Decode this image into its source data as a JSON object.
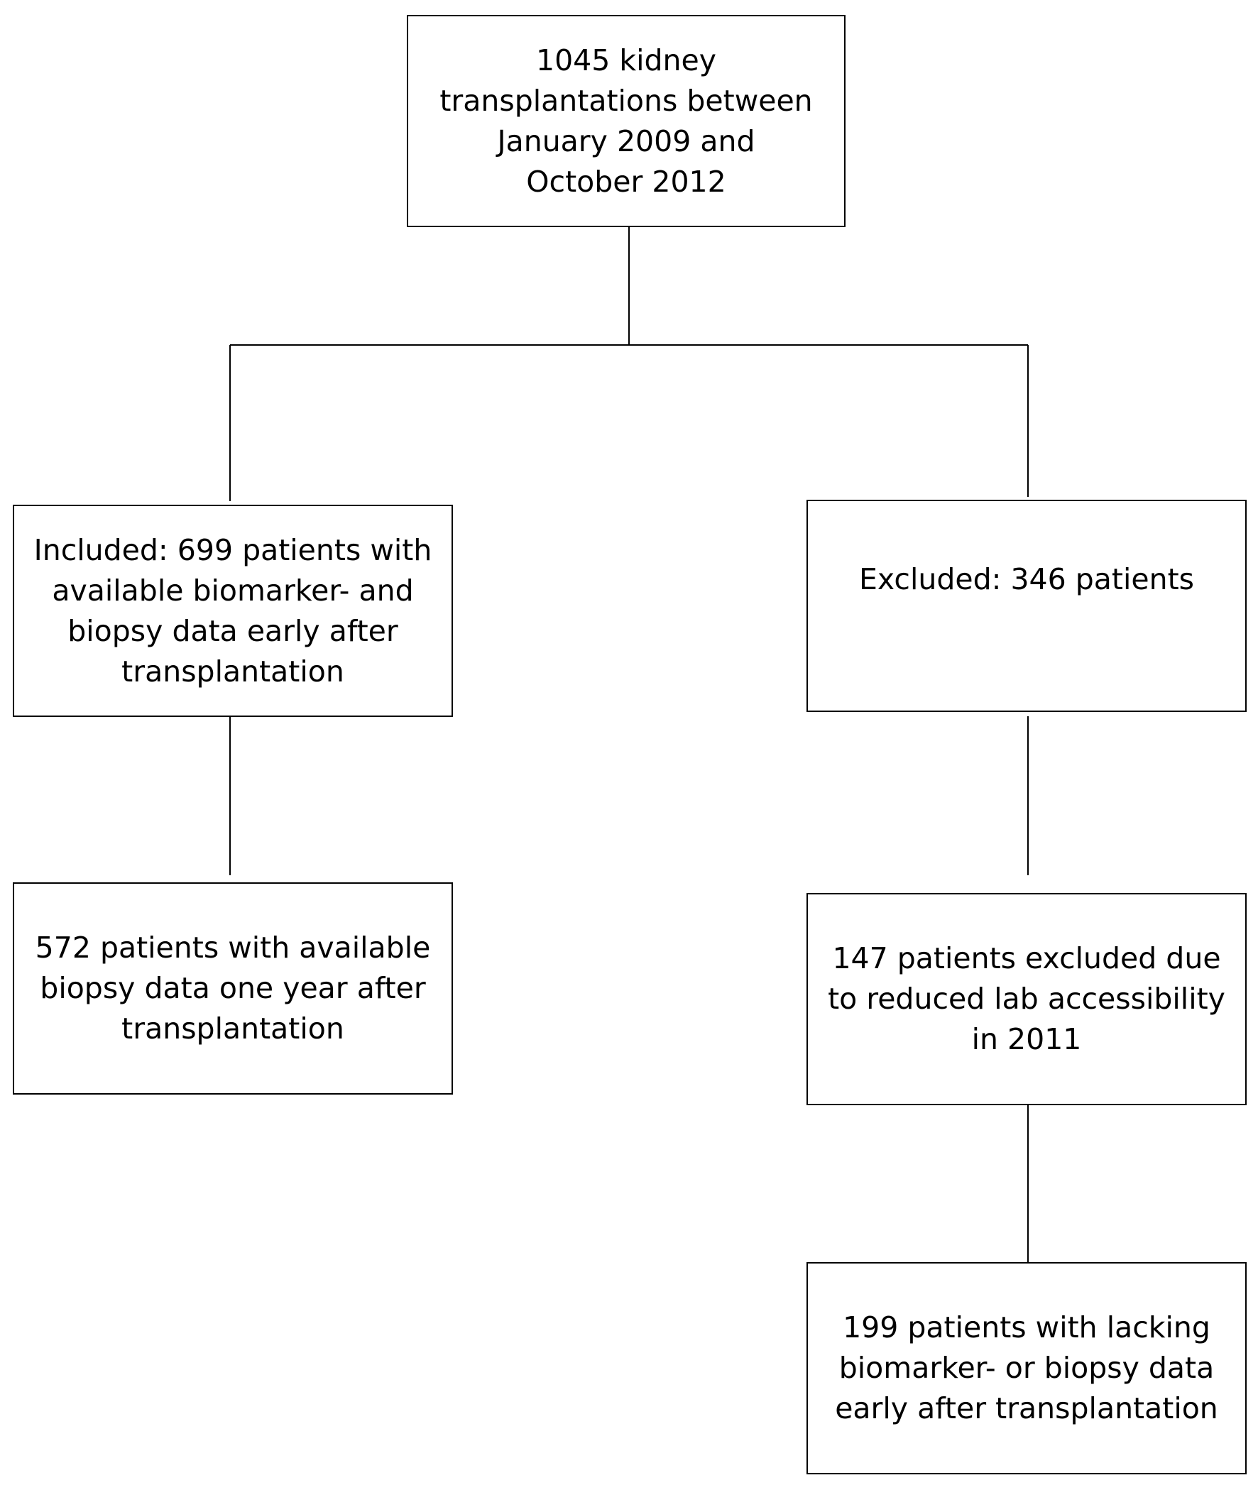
{
  "boxes": {
    "total": "1045 kidney transplantations between January 2009 and October 2012",
    "included": "Included: 699 patients with available biomarker- and biopsy data early after transplantation",
    "excluded": "Excluded: 346 patients",
    "one_year": "572 patients with available biopsy data one year after transplantation",
    "lab_access": "147 patients excluded due to reduced lab accessibility in 2011",
    "lacking": "199 patients with lacking biomarker- or biopsy data early after transplantation"
  }
}
